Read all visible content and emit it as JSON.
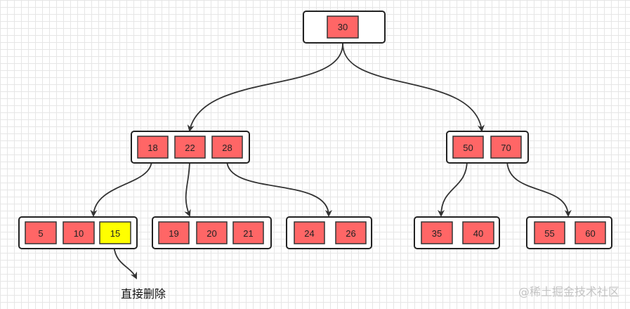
{
  "colors": {
    "key_fill": "#ff6666",
    "highlight_fill": "#ffff00",
    "outline": "#222222",
    "arrow": "#333333"
  },
  "tree": {
    "root": {
      "keys": [
        "30"
      ]
    },
    "level1": [
      {
        "keys": [
          "18",
          "22",
          "28"
        ]
      },
      {
        "keys": [
          "50",
          "70"
        ]
      }
    ],
    "leaves": [
      {
        "keys": [
          "5",
          "10",
          "15"
        ],
        "highlight_key": "15"
      },
      {
        "keys": [
          "19",
          "20",
          "21"
        ]
      },
      {
        "keys": [
          "24",
          "26"
        ]
      },
      {
        "keys": [
          "35",
          "40"
        ]
      },
      {
        "keys": [
          "55",
          "60"
        ]
      }
    ]
  },
  "annotation": {
    "text": "直接删除",
    "target_key": "15"
  },
  "watermark": "@稀土掘金技术社区"
}
